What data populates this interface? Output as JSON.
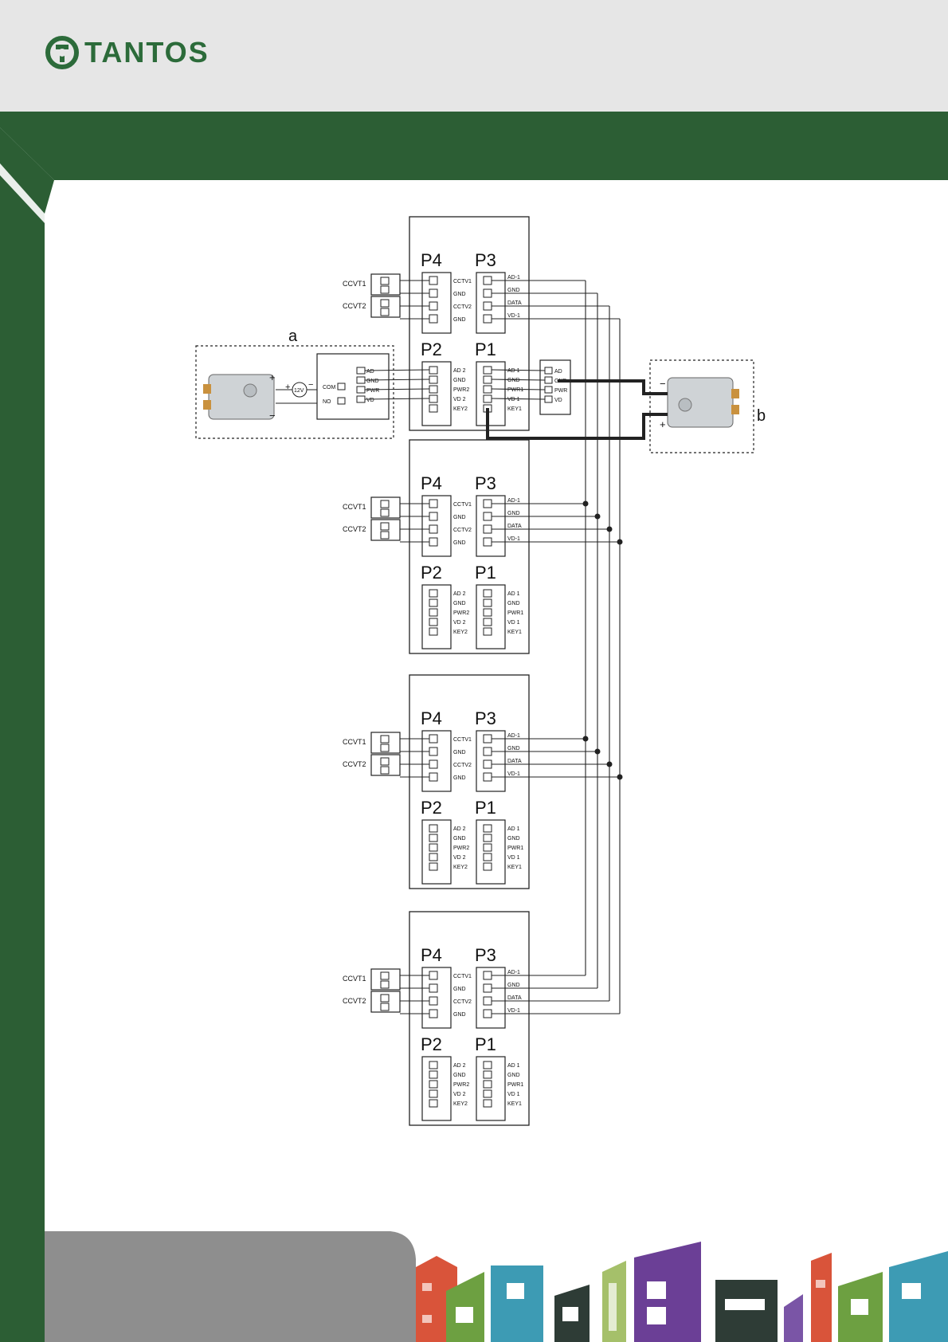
{
  "brand": {
    "name": "TANTOS"
  },
  "colors": {
    "green": "#2c5e34",
    "header_gray": "#e6e6e6",
    "panel_gray": "#8c8c8c"
  },
  "diagram": {
    "device_labels": {
      "a": "a",
      "b": "b"
    },
    "connector_titles": [
      "P4",
      "P3",
      "P2",
      "P1"
    ],
    "p4_pins": [
      "CCTV1",
      "GND",
      "CCTV2",
      "GND"
    ],
    "p3_pins": [
      "AD-1",
      "GND",
      "DATA",
      "VD-1"
    ],
    "p2_pins": [
      "AD 2",
      "GND",
      "PWR2",
      "VD 2",
      "KEY2"
    ],
    "p1_pins": [
      "AD 1",
      "GND",
      "PWR1",
      "VD 1",
      "KEY1"
    ],
    "camera_labels": [
      "CCVT1",
      "CCVT2"
    ],
    "relay_pins": [
      "AD",
      "GND",
      "PWR",
      "VD"
    ],
    "relay_contacts": [
      "COM",
      "NO"
    ],
    "power_supply": "12V",
    "polarity": {
      "plus": "+",
      "minus": "−"
    },
    "module_count": 4
  }
}
